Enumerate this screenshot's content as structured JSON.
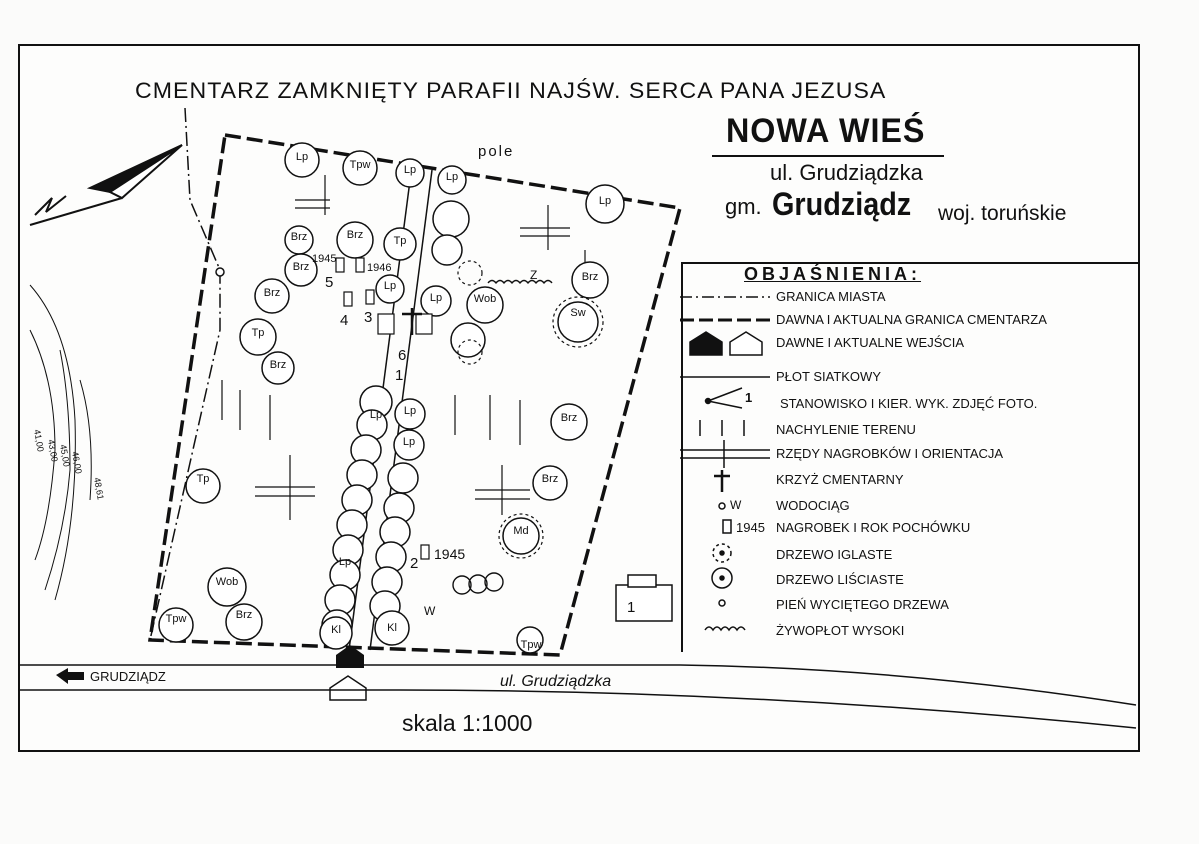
{
  "header": {
    "title": "CMENTARZ ZAMKNIĘTY PARAFII NAJŚW. SERCA PANA JEZUSA",
    "place": "NOWA WIEŚ",
    "street": "ul. Grudziądzka",
    "gm_label": "gm.",
    "gm_value": "Grudziądz",
    "woj": "woj. toruńskie"
  },
  "map_labels": {
    "field": "pole",
    "town_arrow": "GRUDZIĄDZ",
    "street_name": "ul. Grudziądzka",
    "scale": "skala 1:1000",
    "year_a": "1945",
    "year_b": "1946",
    "year_c": "1945",
    "hedge_mark": "Z",
    "well": "W",
    "building_no": "1",
    "contours": [
      "41,00",
      "43,00",
      "45,00",
      "46,00",
      "48,61"
    ]
  },
  "trees": [
    {
      "label": "Lp"
    },
    {
      "label": "Tpw"
    },
    {
      "label": "Lp"
    },
    {
      "label": "Lp"
    },
    {
      "label": "Lp"
    },
    {
      "label": "Brz"
    },
    {
      "label": "Brz"
    },
    {
      "label": "Tp"
    },
    {
      "label": "Brz"
    },
    {
      "label": "Brz"
    },
    {
      "label": "Lp"
    },
    {
      "label": "Lp"
    },
    {
      "label": "Wob"
    },
    {
      "label": "Brz"
    },
    {
      "label": "Sw"
    },
    {
      "label": "Tp"
    },
    {
      "label": "Brz"
    },
    {
      "label": "Lp"
    },
    {
      "label": "Lp"
    },
    {
      "label": "Brz"
    },
    {
      "label": "Brz"
    },
    {
      "label": "Tp"
    },
    {
      "label": "Md"
    },
    {
      "label": "Lp"
    },
    {
      "label": "Lp"
    },
    {
      "label": "Wob"
    },
    {
      "label": "Brz"
    },
    {
      "label": "Tpw"
    },
    {
      "label": "Kl"
    },
    {
      "label": "Kl"
    },
    {
      "label": "Tpw"
    }
  ],
  "photo_stations": [
    "1",
    "2",
    "3",
    "4",
    "5",
    "6"
  ],
  "legend": {
    "title": "OBJAŚNIENIA:",
    "items": [
      {
        "symbol": "dash-dot-line-icon",
        "text": "GRANICA MIASTA"
      },
      {
        "symbol": "heavy-dashed-line-icon",
        "text": "DAWNA I AKTUALNA GRANICA CMENTARZA"
      },
      {
        "symbol": "entrance-house-icon",
        "text": "DAWNE I AKTUALNE WEJŚCIA"
      },
      {
        "symbol": "fence-line-icon",
        "text": "PŁOT SIATKOWY"
      },
      {
        "symbol": "photo-station-icon",
        "text": "STANOWISKO I KIER. WYK. ZDJĘĆ FOTO.",
        "sample": "1"
      },
      {
        "symbol": "slope-ticks-icon",
        "text": "NACHYLENIE TERENU"
      },
      {
        "symbol": "grave-rows-icon",
        "text": "RZĘDY NAGROBKÓW I ORIENTACJA"
      },
      {
        "symbol": "cross-icon",
        "text": "KRZYŻ CMENTARNY"
      },
      {
        "symbol": "water-point-icon",
        "text": "WODOCIĄG",
        "sample": "W"
      },
      {
        "symbol": "gravestone-icon",
        "text": "NAGROBEK I ROK POCHÓWKU",
        "sample": "1945"
      },
      {
        "symbol": "conifer-tree-icon",
        "text": "DRZEWO IGLASTE"
      },
      {
        "symbol": "deciduous-tree-icon",
        "text": "DRZEWO LIŚCIASTE"
      },
      {
        "symbol": "stump-icon",
        "text": "PIEŃ WYCIĘTEGO DRZEWA"
      },
      {
        "symbol": "hedge-icon",
        "text": "ŻYWOPŁOT WYSOKI"
      }
    ]
  }
}
